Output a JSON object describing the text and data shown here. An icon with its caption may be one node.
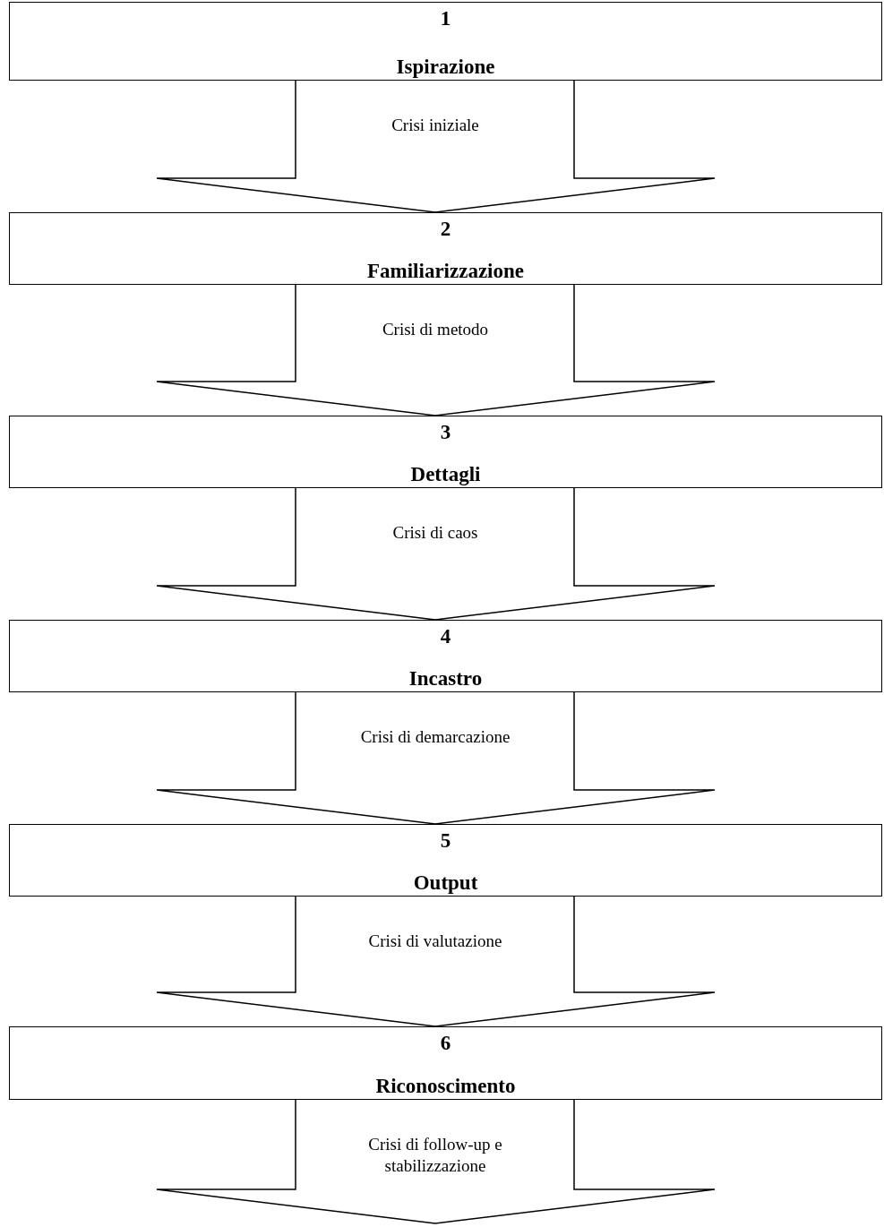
{
  "diagram": {
    "nodes": [
      {
        "text": [
          "1",
          "Ispirazione"
        ]
      },
      {
        "text": [
          "2",
          "Familiarizzazione"
        ]
      },
      {
        "text": [
          "3",
          "Dettagli"
        ]
      },
      {
        "text": [
          "4",
          "Incastro"
        ]
      },
      {
        "text": [
          "5",
          "Output"
        ]
      },
      {
        "text": [
          "6",
          "Riconoscimento"
        ]
      }
    ],
    "edges": [
      {
        "from": 0,
        "to": 1,
        "arrow": "to",
        "label": "Crisi iniziale"
      },
      {
        "from": 1,
        "to": 2,
        "arrow": "to",
        "label": "Crisi di metodo"
      },
      {
        "from": 2,
        "to": 3,
        "arrow": "to",
        "label": "Crisi di caos"
      },
      {
        "from": 3,
        "to": 4,
        "arrow": "to",
        "label": "Crisi di demarcazione"
      },
      {
        "from": 4,
        "to": 5,
        "arrow": "to",
        "label": "Crisi di valutazione"
      },
      {
        "from": 5,
        "to": null,
        "arrow": "to",
        "label": "Crisi di follow-up e stabilizzazione"
      }
    ]
  }
}
